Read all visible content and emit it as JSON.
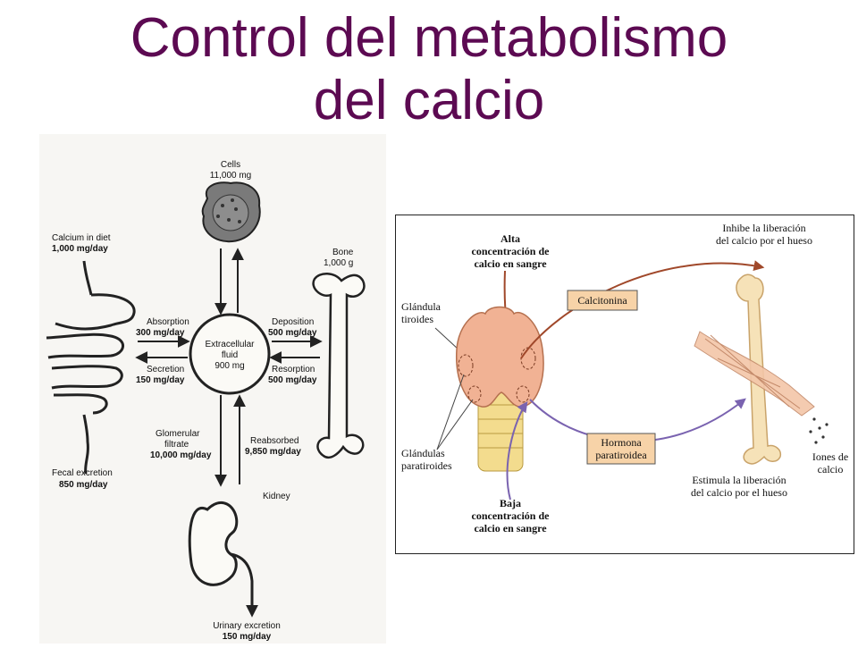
{
  "slide": {
    "title_line1": "Control del metabolismo",
    "title_line2": "del calcio"
  },
  "left_diagram": {
    "cells": {
      "label": "Cells",
      "value": "11,000 mg"
    },
    "diet": {
      "label": "Calcium in diet",
      "value": "1,000 mg/day"
    },
    "bone": {
      "label": "Bone",
      "value": "1,000 g"
    },
    "absorption": {
      "label": "Absorption",
      "value": "300 mg/day"
    },
    "secretion": {
      "label": "Secretion",
      "value": "150 mg/day"
    },
    "ecf": {
      "line1": "Extracellular",
      "line2": "fluid",
      "value": "900 mg"
    },
    "deposition": {
      "label": "Deposition",
      "value": "500 mg/day"
    },
    "resorption": {
      "label": "Resorption",
      "value": "500 mg/day"
    },
    "glomerular": {
      "line1": "Glomerular",
      "line2": "filtrate",
      "value": "10,000 mg/day"
    },
    "reabsorbed": {
      "label": "Reabsorbed",
      "value": "9,850 mg/day"
    },
    "fecal": {
      "label": "Fecal excretion",
      "value": "850 mg/day"
    },
    "kidney": {
      "label": "Kidney"
    },
    "urinary": {
      "label": "Urinary excretion",
      "value": "150 mg/day"
    }
  },
  "right_diagram": {
    "alta": {
      "line1": "Alta",
      "line2": "concentración de",
      "line3": "calcio en sangre"
    },
    "tiroides": {
      "line1": "Glándula",
      "line2": "tiroides"
    },
    "calcitonina": "Calcitonina",
    "inhibe": {
      "line1": "Inhibe la liberación",
      "line2": "del calcio por el hueso"
    },
    "paratiroides": {
      "line1": "Glándulas",
      "line2": "paratiroides"
    },
    "hormona": {
      "line1": "Hormona",
      "line2": "paratiroidea"
    },
    "baja": {
      "line1": "Baja",
      "line2": "concentración de",
      "line3": "calcio en sangre"
    },
    "estimula": {
      "line1": "Estimula la liberación",
      "line2": "del calcio por el hueso"
    },
    "iones": {
      "line1": "Iones de",
      "line2": "calcio"
    },
    "colors": {
      "calcitonin_arrow": "#a0482a",
      "pth_arrow": "#7a63b0",
      "label_box": "#f7d3a8",
      "gland": "#f1b294",
      "bone": "#f6e2b8",
      "trachea": "#f3dc8e"
    }
  }
}
